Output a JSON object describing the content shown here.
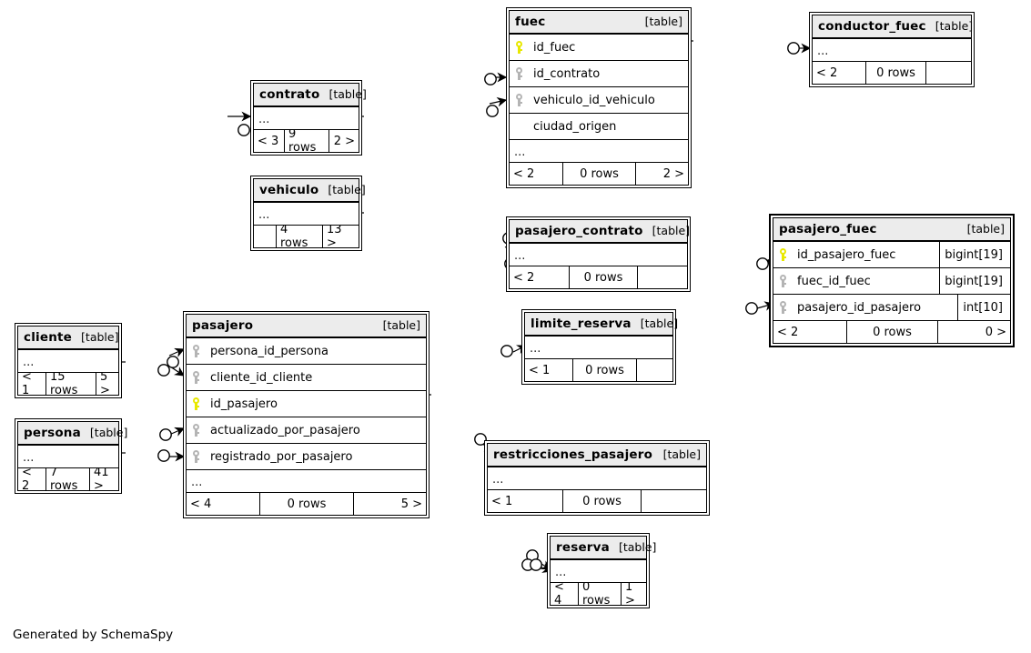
{
  "meta": {
    "generator_text": "Generated by SchemaSpy",
    "table_tag": "[table]",
    "ellipsis": "...",
    "colors": {
      "header_bg": "#ececec",
      "border": "#000000",
      "primary_key": "#e8e800",
      "foreign_key": "#b4b4b4",
      "background": "#ffffff"
    }
  },
  "tables": [
    {
      "id": "contrato",
      "name": "contrato",
      "tag": "[table]",
      "columns": [],
      "has_ellipsis": true,
      "footer": {
        "left": "< 3",
        "center": "9 rows",
        "right": "2 >"
      }
    },
    {
      "id": "vehiculo",
      "name": "vehiculo",
      "tag": "[table]",
      "columns": [],
      "has_ellipsis": true,
      "footer": {
        "left": "",
        "center": "4 rows",
        "right": "13 >"
      }
    },
    {
      "id": "cliente",
      "name": "cliente",
      "tag": "[table]",
      "columns": [],
      "has_ellipsis": true,
      "footer": {
        "left": "< 1",
        "center": "15 rows",
        "right": "5 >"
      }
    },
    {
      "id": "persona",
      "name": "persona",
      "tag": "[table]",
      "columns": [],
      "has_ellipsis": true,
      "footer": {
        "left": "< 2",
        "center": "7 rows",
        "right": "41 >"
      }
    },
    {
      "id": "pasajero",
      "name": "pasajero",
      "tag": "[table]",
      "columns": [
        {
          "name": "persona_id_persona",
          "key": "fk",
          "type": ""
        },
        {
          "name": "cliente_id_cliente",
          "key": "fk",
          "type": ""
        },
        {
          "name": "id_pasajero",
          "key": "pk",
          "type": ""
        },
        {
          "name": "actualizado_por_pasajero",
          "key": "fk",
          "type": ""
        },
        {
          "name": "registrado_por_pasajero",
          "key": "fk",
          "type": ""
        }
      ],
      "has_ellipsis": true,
      "footer": {
        "left": "< 4",
        "center": "0 rows",
        "right": "5 >"
      }
    },
    {
      "id": "fuec",
      "name": "fuec",
      "tag": "[table]",
      "columns": [
        {
          "name": "id_fuec",
          "key": "pk",
          "type": ""
        },
        {
          "name": "id_contrato",
          "key": "fk",
          "type": ""
        },
        {
          "name": "vehiculo_id_vehiculo",
          "key": "fk",
          "type": ""
        },
        {
          "name": "ciudad_origen",
          "key": "none",
          "type": ""
        }
      ],
      "has_ellipsis": true,
      "footer": {
        "left": "< 2",
        "center": "0 rows",
        "right": "2 >"
      }
    },
    {
      "id": "pasajero_contrato",
      "name": "pasajero_contrato",
      "tag": "[table]",
      "columns": [],
      "has_ellipsis": true,
      "footer": {
        "left": "< 2",
        "center": "0 rows",
        "right": ""
      }
    },
    {
      "id": "limite_reserva",
      "name": "limite_reserva",
      "tag": "[table]",
      "columns": [],
      "has_ellipsis": true,
      "footer": {
        "left": "< 1",
        "center": "0 rows",
        "right": ""
      }
    },
    {
      "id": "restricciones_pasajero",
      "name": "restricciones_pasajero",
      "tag": "[table]",
      "columns": [],
      "has_ellipsis": true,
      "footer": {
        "left": "< 1",
        "center": "0 rows",
        "right": ""
      }
    },
    {
      "id": "reserva",
      "name": "reserva",
      "tag": "[table]",
      "columns": [],
      "has_ellipsis": true,
      "footer": {
        "left": "< 4",
        "center": "0 rows",
        "right": "1 >"
      }
    },
    {
      "id": "conductor_fuec",
      "name": "conductor_fuec",
      "tag": "[table]",
      "columns": [],
      "has_ellipsis": true,
      "footer": {
        "left": "< 2",
        "center": "0 rows",
        "right": ""
      }
    },
    {
      "id": "pasajero_fuec",
      "name": "pasajero_fuec",
      "tag": "[table]",
      "emphasis": true,
      "columns": [
        {
          "name": "id_pasajero_fuec",
          "key": "pk",
          "type": "bigint[19]"
        },
        {
          "name": "fuec_id_fuec",
          "key": "fk",
          "type": "bigint[19]"
        },
        {
          "name": "pasajero_id_pasajero",
          "key": "fk",
          "type": "int[10]"
        }
      ],
      "has_ellipsis": false,
      "footer": {
        "left": "< 2",
        "center": "0 rows",
        "right": "0 >"
      }
    }
  ]
}
